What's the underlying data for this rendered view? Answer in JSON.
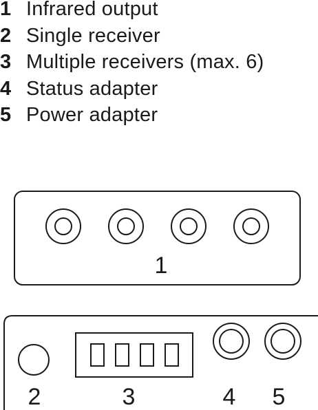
{
  "legend": [
    {
      "num": "1",
      "text": "Infrared output"
    },
    {
      "num": "2",
      "text": "Single receiver"
    },
    {
      "num": "3",
      "text": "Multiple receivers (max. 6)"
    },
    {
      "num": "4",
      "text": "Status adapter"
    },
    {
      "num": "5",
      "text": "Power adapter"
    }
  ],
  "top_panel": {
    "label": "1"
  },
  "bottom_panel": {
    "label_2": "2",
    "label_3": "3",
    "label_4": "4",
    "label_5": "5"
  },
  "colors": {
    "stroke": "#1a1a1a",
    "background": "#ffffff"
  }
}
